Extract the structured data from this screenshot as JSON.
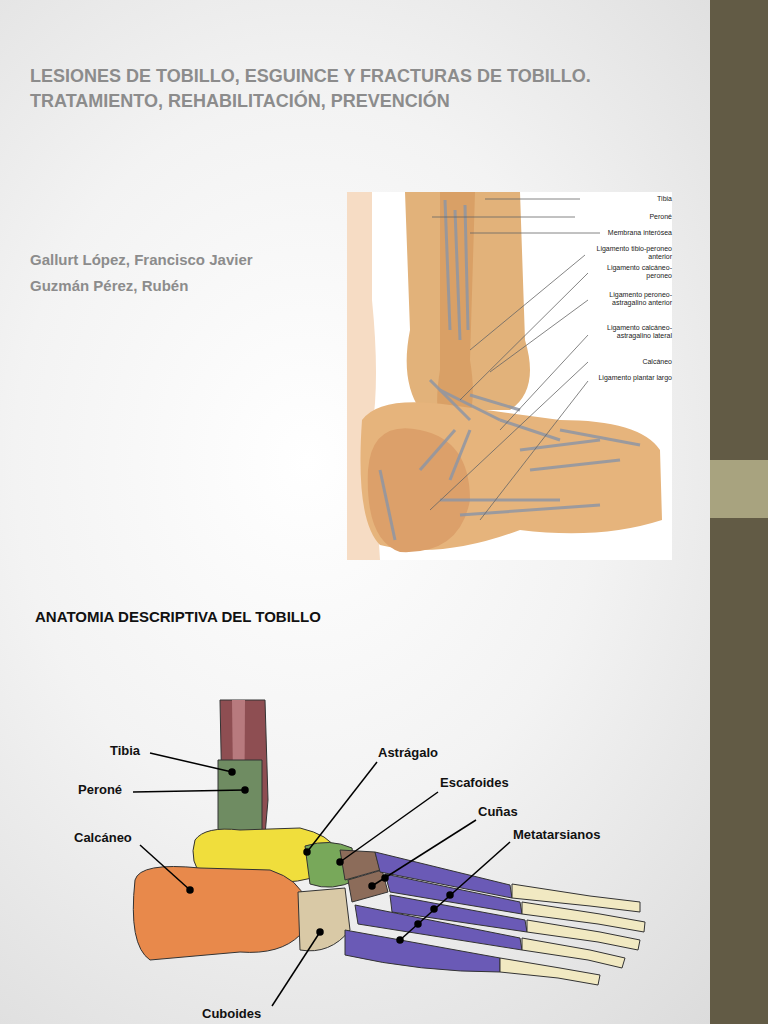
{
  "diagram": {
    "title": "LESIONES DE TOBILLO, ESGUINCE Y FRACTURAS DE TOBILLO. TRATAMIENTO, REHABILITACIÓN, PREVENCIÓN",
    "labels": [
      "Gallurt López, Francisco Javier",
      "Guzmán Pérez, Rubén",
      "Tibia",
      "Peroné",
      "Membrana interósea",
      "Ligamento tibio-peroneo anterior",
      "Ligamento calcáneo-peroneo",
      "Ligamento peroneo-astragalino anterior",
      "Ligamento calcáneo-astragalino lateral",
      "Calcáneo",
      "Ligamento plantar largo",
      "ANATOMIA DESCRIPTIVA DEL TOBILLO",
      "Tibia",
      "Peroné",
      "Calcáneo",
      "Astrágalo",
      "Escafoides",
      "Cuñas",
      "Metatarsianos",
      "Cuboides"
    ]
  }
}
